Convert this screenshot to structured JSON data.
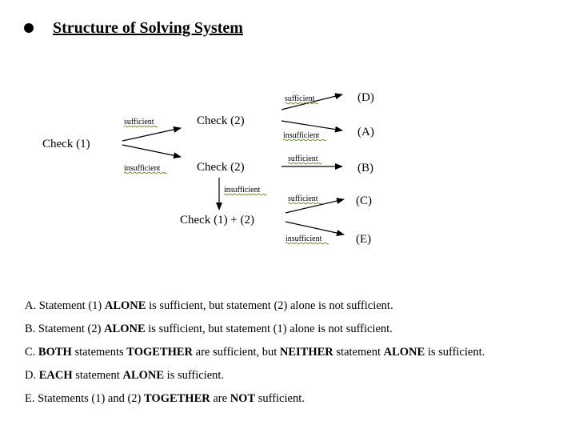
{
  "title": "Structure of Solving System",
  "diagram": {
    "nodes": {
      "check1": "Check (1)",
      "check2_top": "Check (2)",
      "check2_bottom": "Check (2)",
      "check12": "Check (1) + (2)",
      "D": "(D)",
      "A": "(A)",
      "B": "(B)",
      "C": "(C)",
      "E": "(E)"
    },
    "edges": {
      "e1": "sufficient",
      "e2": "insufficient",
      "e3": "sufficient",
      "e4": "insufficient",
      "e5": "sufficient",
      "e6": "insufficient",
      "e7": "sufficient",
      "e8": "insufficient"
    }
  },
  "statements": [
    [
      {
        "t": "A. Statement (1) ",
        "b": false
      },
      {
        "t": "ALONE",
        "b": true
      },
      {
        "t": " is sufficient, but statement (2) alone is not sufficient.",
        "b": false
      }
    ],
    [
      {
        "t": "B. Statement (2) ",
        "b": false
      },
      {
        "t": "ALONE",
        "b": true
      },
      {
        "t": " is sufficient, but statement (1) alone is not sufficient.",
        "b": false
      }
    ],
    [
      {
        "t": "C. ",
        "b": false
      },
      {
        "t": "BOTH",
        "b": true
      },
      {
        "t": " statements ",
        "b": false
      },
      {
        "t": "TOGETHER",
        "b": true
      },
      {
        "t": " are sufficient, but ",
        "b": false
      },
      {
        "t": "NEITHER",
        "b": true
      },
      {
        "t": " statement ",
        "b": false
      },
      {
        "t": "ALONE",
        "b": true
      },
      {
        "t": " is sufficient.",
        "b": false
      }
    ],
    [
      {
        "t": "D. ",
        "b": false
      },
      {
        "t": "EACH",
        "b": true
      },
      {
        "t": " statement ",
        "b": false
      },
      {
        "t": "ALONE",
        "b": true
      },
      {
        "t": " is sufficient.",
        "b": false
      }
    ],
    [
      {
        "t": "E. Statements (1) and (2) ",
        "b": false
      },
      {
        "t": "TOGETHER",
        "b": true
      },
      {
        "t": " are ",
        "b": false
      },
      {
        "t": "NOT",
        "b": true
      },
      {
        "t": " sufficient.",
        "b": false
      }
    ]
  ]
}
